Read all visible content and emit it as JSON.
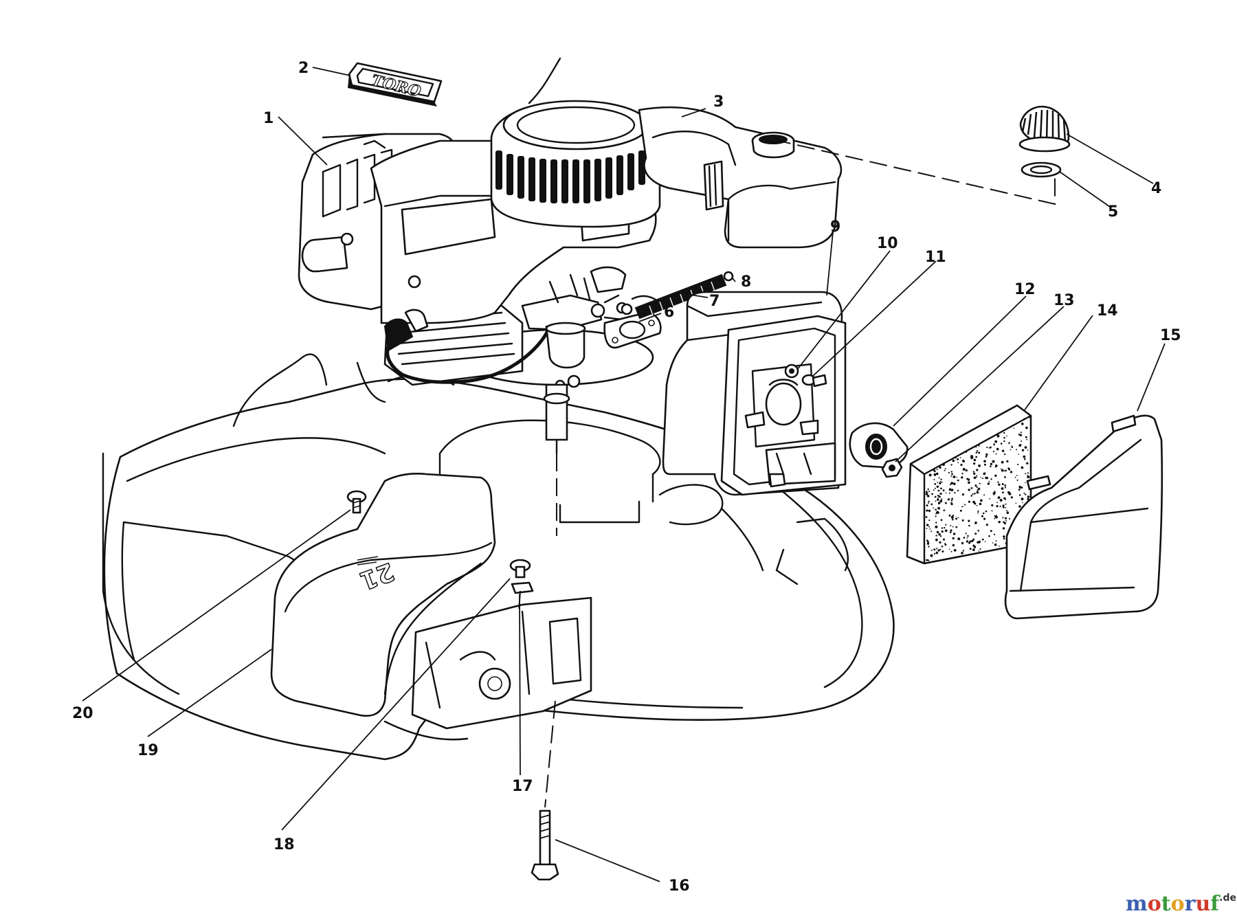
{
  "callouts": [
    {
      "id": "1",
      "label": "1"
    },
    {
      "id": "2",
      "label": "2"
    },
    {
      "id": "3",
      "label": "3"
    },
    {
      "id": "4",
      "label": "4"
    },
    {
      "id": "5",
      "label": "5"
    },
    {
      "id": "6",
      "label": "6"
    },
    {
      "id": "7",
      "label": "7"
    },
    {
      "id": "8",
      "label": "8"
    },
    {
      "id": "9",
      "label": "9"
    },
    {
      "id": "10",
      "label": "10"
    },
    {
      "id": "11",
      "label": "11"
    },
    {
      "id": "12",
      "label": "12"
    },
    {
      "id": "13",
      "label": "13"
    },
    {
      "id": "14",
      "label": "14"
    },
    {
      "id": "15",
      "label": "15"
    },
    {
      "id": "16",
      "label": "16"
    },
    {
      "id": "17",
      "label": "17"
    },
    {
      "id": "18",
      "label": "18"
    },
    {
      "id": "19",
      "label": "19"
    },
    {
      "id": "20",
      "label": "20"
    }
  ],
  "decal_text": "TORO",
  "chute_text": "21",
  "watermark": {
    "letters": [
      "m",
      "o",
      "t",
      "o",
      "r",
      "u",
      "f"
    ],
    "letter_colors": [
      "#3a5fb0",
      "#d23a2a",
      "#3a9a3a",
      "#e0a020",
      "#3a5fb0",
      "#d23a2a",
      "#3a9a3a"
    ],
    "tld": ".de"
  }
}
